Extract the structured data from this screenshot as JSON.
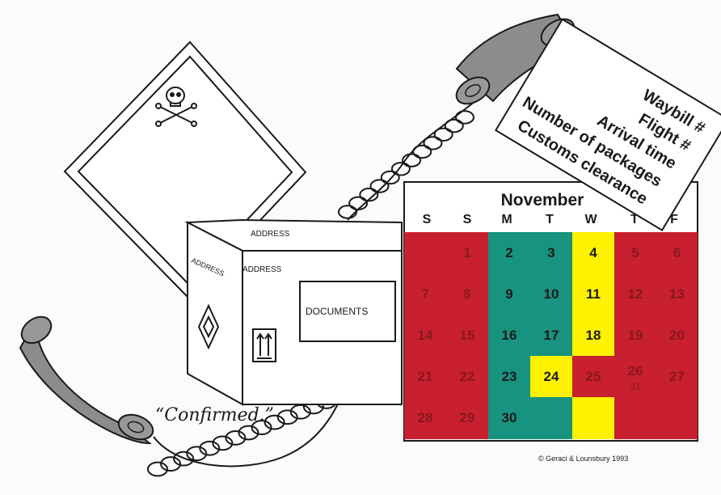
{
  "colors": {
    "red": "#c8202e",
    "teal": "#17937f",
    "yellow": "#fff200",
    "phone": "#8e8b8b",
    "outline": "#1a1a1a"
  },
  "note_card": {
    "lines": [
      "Waybill #",
      "Flight #",
      "Arrival time",
      "Number of packages",
      "Customs clearance"
    ]
  },
  "package": {
    "top_label": "ADDRESS",
    "side_label": "ADDRESS",
    "front_label": "ADDRESS",
    "documents_label": "DOCUMENTS",
    "icons": [
      "diamond-hazard-icon",
      "this-way-up-arrows-icon"
    ]
  },
  "hazard_sign": {
    "icon": "skull-crossbones-icon"
  },
  "quote": "“Confirmed.”",
  "calendar": {
    "month": "November",
    "weekdays": [
      "S",
      "S",
      "M",
      "T",
      "W",
      "T",
      "F"
    ],
    "rows": [
      [
        {
          "d": "",
          "c": "red"
        },
        {
          "d": "1",
          "c": "red"
        },
        {
          "d": "2",
          "c": "teal"
        },
        {
          "d": "3",
          "c": "teal"
        },
        {
          "d": "4",
          "c": "yellow"
        },
        {
          "d": "5",
          "c": "red"
        },
        {
          "d": "6",
          "c": "red"
        }
      ],
      [
        {
          "d": "7",
          "c": "red"
        },
        {
          "d": "8",
          "c": "red"
        },
        {
          "d": "9",
          "c": "teal"
        },
        {
          "d": "10",
          "c": "teal"
        },
        {
          "d": "11",
          "c": "yellow"
        },
        {
          "d": "12",
          "c": "red"
        },
        {
          "d": "13",
          "c": "red"
        }
      ],
      [
        {
          "d": "14",
          "c": "red"
        },
        {
          "d": "15",
          "c": "red"
        },
        {
          "d": "16",
          "c": "teal"
        },
        {
          "d": "17",
          "c": "teal"
        },
        {
          "d": "18",
          "c": "yellow"
        },
        {
          "d": "19",
          "c": "red"
        },
        {
          "d": "20",
          "c": "red"
        }
      ],
      [
        {
          "d": "21",
          "c": "red"
        },
        {
          "d": "22",
          "c": "red"
        },
        {
          "d": "23",
          "c": "teal"
        },
        {
          "d": "24",
          "c": "yellow"
        },
        {
          "d": "25",
          "c": "red"
        },
        {
          "d": "26",
          "c": "red",
          "sub": "31"
        },
        {
          "d": "27",
          "c": "red"
        }
      ],
      [
        {
          "d": "28",
          "c": "red"
        },
        {
          "d": "29",
          "c": "red"
        },
        {
          "d": "30",
          "c": "teal"
        },
        {
          "d": "",
          "c": "teal"
        },
        {
          "d": "",
          "c": "yellow"
        },
        {
          "d": "",
          "c": "red"
        },
        {
          "d": "",
          "c": "red"
        }
      ]
    ]
  },
  "copyright": "© Geraci & Lounsbury 1993"
}
